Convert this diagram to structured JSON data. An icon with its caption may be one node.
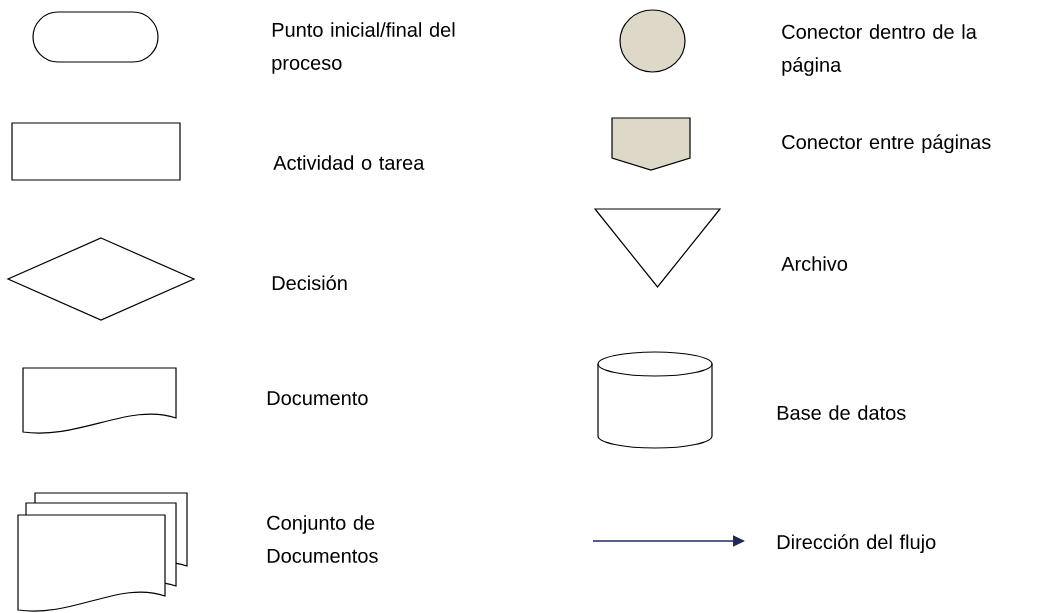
{
  "diagram": {
    "nodes": [
      {
        "text": [],
        "shape": "terminal"
      },
      {
        "text": [],
        "shape": "box"
      },
      {
        "text": [],
        "shape": "diamond"
      },
      {
        "text": [],
        "shape": "document"
      },
      {
        "text": [],
        "shape": "documents"
      },
      {
        "text": [],
        "shape": "circle"
      },
      {
        "text": [],
        "shape": "pentagon"
      },
      {
        "text": [],
        "shape": "triangle"
      },
      {
        "text": [],
        "shape": "cylinder"
      }
    ],
    "labels": [
      "Punto inicial/final del proceso",
      "Conector dentro de la página",
      "Actividad o tarea",
      "Conector entre páginas",
      "Decisión",
      "Archivo",
      "Documento",
      "Base de datos",
      "Conjunto de Documentos",
      "Dirección del flujo"
    ]
  }
}
